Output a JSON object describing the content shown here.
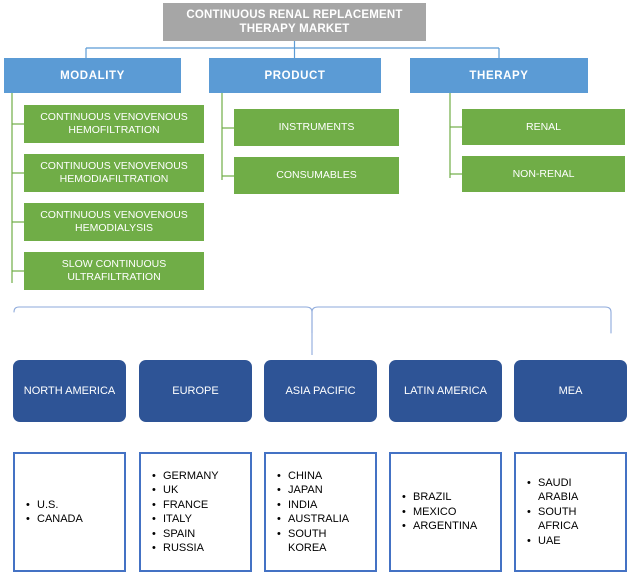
{
  "colors": {
    "title_bg": "#a6a6a6",
    "category_bg": "#5b9bd5",
    "sub_bg": "#70ad47",
    "region_bg": "#2e5496",
    "connector_blue": "#5b9bd5",
    "connector_green": "#70ad47",
    "list_border": "#4472c4",
    "text_light": "#ffffff",
    "text_dark": "#000000"
  },
  "title": {
    "text": "CONTINUOUS RENAL REPLACEMENT THERAPY MARKET"
  },
  "categories": [
    {
      "label": "MODALITY",
      "items": [
        {
          "label": "CONTINUOUS VENOVENOUS HEMOFILTRATION"
        },
        {
          "label": "CONTINUOUS VENOVENOUS HEMODIAFILTRATION"
        },
        {
          "label": "CONTINUOUS VENOVENOUS HEMODIALYSIS"
        },
        {
          "label": "SLOW CONTINUOUS ULTRAFILTRATION"
        }
      ]
    },
    {
      "label": "PRODUCT",
      "items": [
        {
          "label": "INSTRUMENTS"
        },
        {
          "label": "CONSUMABLES"
        }
      ]
    },
    {
      "label": "THERAPY",
      "items": [
        {
          "label": "RENAL"
        },
        {
          "label": "NON-RENAL"
        }
      ]
    }
  ],
  "regions": [
    {
      "label": "NORTH AMERICA",
      "countries": [
        "U.S.",
        "CANADA"
      ]
    },
    {
      "label": "EUROPE",
      "countries": [
        "GERMANY",
        "UK",
        "FRANCE",
        "ITALY",
        "SPAIN",
        "RUSSIA"
      ]
    },
    {
      "label": "ASIA PACIFIC",
      "countries": [
        "CHINA",
        "JAPAN",
        "INDIA",
        "AUSTRALIA",
        "SOUTH KOREA"
      ]
    },
    {
      "label": "LATIN AMERICA",
      "countries": [
        "BRAZIL",
        "MEXICO",
        "ARGENTINA"
      ]
    },
    {
      "label": "MEA",
      "countries": [
        "SAUDI ARABIA",
        "SOUTH AFRICA",
        "UAE"
      ]
    }
  ]
}
